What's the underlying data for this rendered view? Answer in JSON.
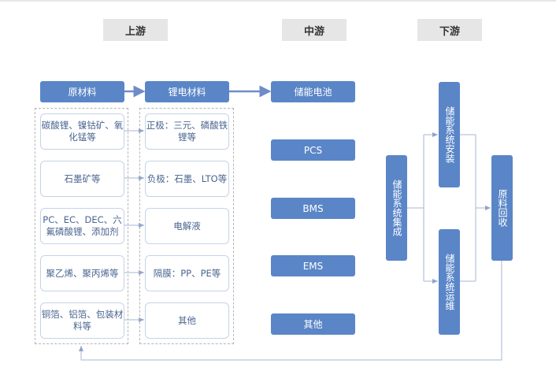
{
  "headers": {
    "upstream": "上游",
    "midstream": "中游",
    "downstream": "下游"
  },
  "upstream": {
    "raw_materials_title": "原材料",
    "battery_materials_title": "锂电材料",
    "raw_materials": [
      "碳酸锂、镍钴矿、氧化锰等",
      "石墨矿等",
      "PC、EC、DEC、六氟磷酸锂、添加剂",
      "聚乙烯、聚丙烯等",
      "铜箔、铝箔、包装材料等"
    ],
    "battery_materials": [
      "正极：三元、磷酸铁锂等",
      "负极：石墨、LTO等",
      "电解液",
      "隔膜：PP、PE等",
      "其他"
    ]
  },
  "midstream": {
    "items": [
      "储能电池",
      "PCS",
      "BMS",
      "EMS",
      "其他"
    ]
  },
  "downstream": {
    "integration": "储能系统集成",
    "installation": "储能系统安装",
    "operation": "储能系统运维",
    "recycling": "原料回收"
  },
  "colors": {
    "box": "#5a86c8",
    "connector": "#8fa4cc",
    "header_bg": "#e6e6e6"
  }
}
